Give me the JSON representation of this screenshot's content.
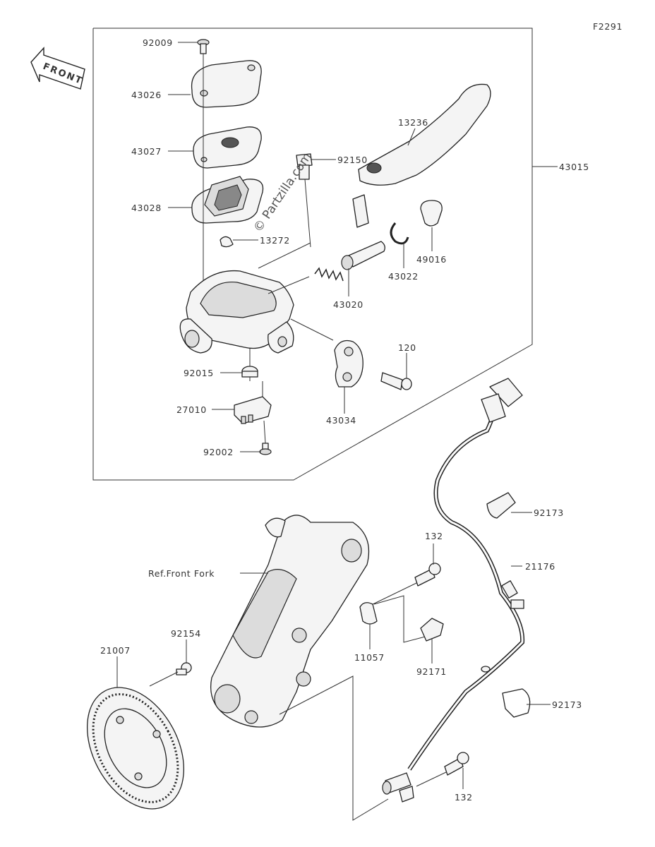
{
  "diagram": {
    "figure_code": "F2291",
    "front_label": "FRONT",
    "watermark": "© Partzilla.com",
    "callouts": {
      "c92009": "92009",
      "c43026": "43026",
      "c43027": "43027",
      "c43028": "43028",
      "c92150": "92150",
      "c13236": "13236",
      "c43015": "43015",
      "c13272": "13272",
      "c49016": "49016",
      "c43022": "43022",
      "c43020": "43020",
      "c120": "120",
      "c92015": "92015",
      "c27010": "27010",
      "c43034": "43034",
      "c92002": "92002",
      "c92173a": "92173",
      "c132a": "132",
      "c21176": "21176",
      "cRefFork": "Ref.Front Fork",
      "c92154": "92154",
      "c21007": "21007",
      "c11057": "11057",
      "c92171": "92171",
      "c92173b": "92173",
      "c132b": "132"
    }
  }
}
